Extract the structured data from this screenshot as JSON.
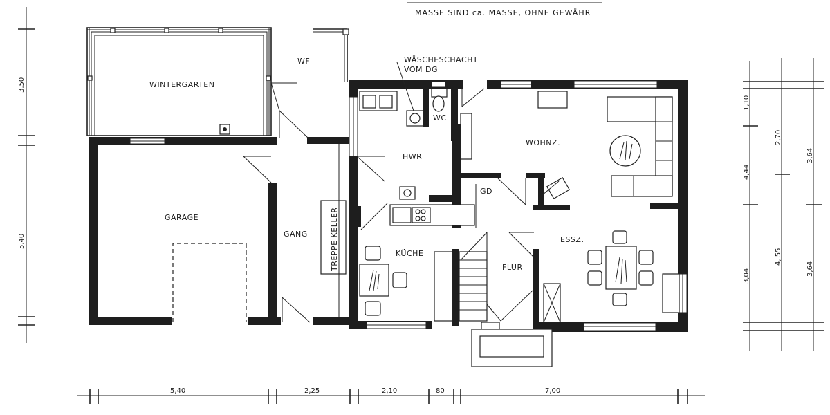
{
  "note": "MASSE SIND ca. MASSE, OHNE GEWÄHR",
  "rooms": {
    "wf": "WF",
    "wintergarten": "WINTERGARTEN",
    "waescheschacht_line1": "WÄSCHESCHACHT",
    "waescheschacht_line2": "VOM DG",
    "wc": "WC",
    "hwr": "HWR",
    "wohnz": "WOHNZ.",
    "garage": "GARAGE",
    "gang": "GANG",
    "treppe_keller": "TREPPE KELLER",
    "gd": "GD",
    "kueche": "KÜCHE",
    "flur": "FLUR",
    "essz": "ESSZ."
  },
  "dimensions": {
    "left": [
      "3,50",
      "5,40"
    ],
    "bottom": [
      "5,40",
      "2,25",
      "2,10",
      "80",
      "7,00"
    ],
    "right_inner": [
      "1,10",
      "4,44",
      "3,04"
    ],
    "right_mid": [
      "2,70",
      "4, 55"
    ],
    "right_outer": [
      "3,64",
      "3,64"
    ]
  }
}
